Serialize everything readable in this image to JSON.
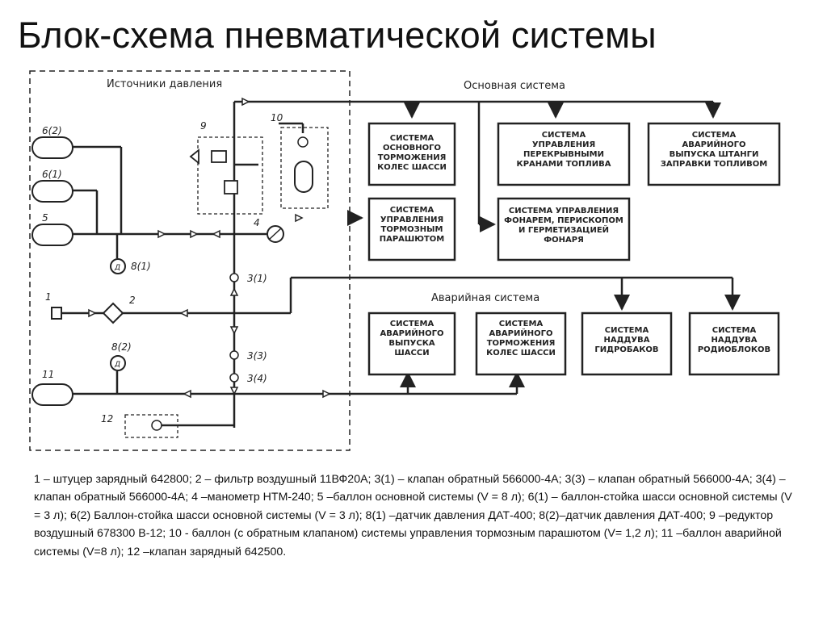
{
  "title": "Блок-схема пневматической системы",
  "sections": {
    "sources": "Источники давления",
    "main": "Основная система",
    "emergency": "Аварийная система"
  },
  "boxes": {
    "main_brake": [
      "СИСТЕМА",
      "ОСНОВНОГО",
      "ТОРМОЖЕНИЯ",
      "КОЛЕС ШАССИ"
    ],
    "valves": [
      "СИСТЕМА",
      "УПРАВЛЕНИЯ",
      "ПЕРЕКРЫВНЫМИ",
      "КРАНАМИ ТОПЛИВА"
    ],
    "fuel_rod": [
      "СИСТЕМА",
      "АВАРИЙНОГО",
      "ВЫПУСКА ШТАНГИ",
      "ЗАПРАВКИ ТОПЛИВОМ"
    ],
    "parachute": [
      "СИСТЕМА",
      "УПРАВЛЕНИЯ",
      "ТОРМОЗНЫМ",
      "ПАРАШЮТОМ"
    ],
    "canopy": [
      "СИСТЕМА УПРАВЛЕНИЯ",
      "ФОНАРЕМ, ПЕРИСКОПОМ",
      "И ГЕРМЕТИЗАЦИЕЙ",
      "ФОНАРЯ"
    ],
    "em_gear": [
      "СИСТЕМА",
      "АВАРИЙНОГО",
      "ВЫПУСКА",
      "ШАССИ"
    ],
    "em_brake": [
      "СИСТЕМА",
      "АВАРИЙНОГО",
      "ТОРМОЖЕНИЯ",
      "КОЛЕС ШАССИ"
    ],
    "hydro": [
      "СИСТЕМА",
      "НАДДУВА",
      "ГИДРОБАКОВ"
    ],
    "radio": [
      "СИСТЕМА",
      "НАДДУВА",
      "РОДИОБЛОКОВ"
    ]
  },
  "labels": {
    "c6_2": "6(2)",
    "c6_1": "6(1)",
    "c5": "5",
    "c9": "9",
    "c10": "10",
    "c4": "4",
    "c8_1": "8(1)",
    "c3_1": "3(1)",
    "c1": "1",
    "c2": "2",
    "c8_2": "8(2)",
    "c3_3": "3(3)",
    "c3_4": "3(4)",
    "c11": "11",
    "c12": "12",
    "d": "Д"
  },
  "legend": "1 – штуцер зарядный 642800; 2 – фильтр воздушный 11ВФ20А; 3(1) – клапан обратный 566000-4А; 3(3) – клапан обратный 566000-4А; 3(4) –клапан обратный 566000-4А; 4 –манометр НТМ-240; 5 –баллон основной системы (V = 8 л); 6(1) – баллон-стойка шасси основной системы (V = 3 л); 6(2) Баллон-стойка шасси основной системы (V = 3 л); 8(1) –датчик давления ДАТ-400; 8(2)–датчик давления ДАТ-400; 9 –редуктор воздушный 678300 В-12; 10 - баллон (с обратным клапаном) системы управления тормозным парашютом (V= 1,2 л); 11 –баллон аварийной системы (V=8 л); 12 –клапан зарядный 642500."
}
